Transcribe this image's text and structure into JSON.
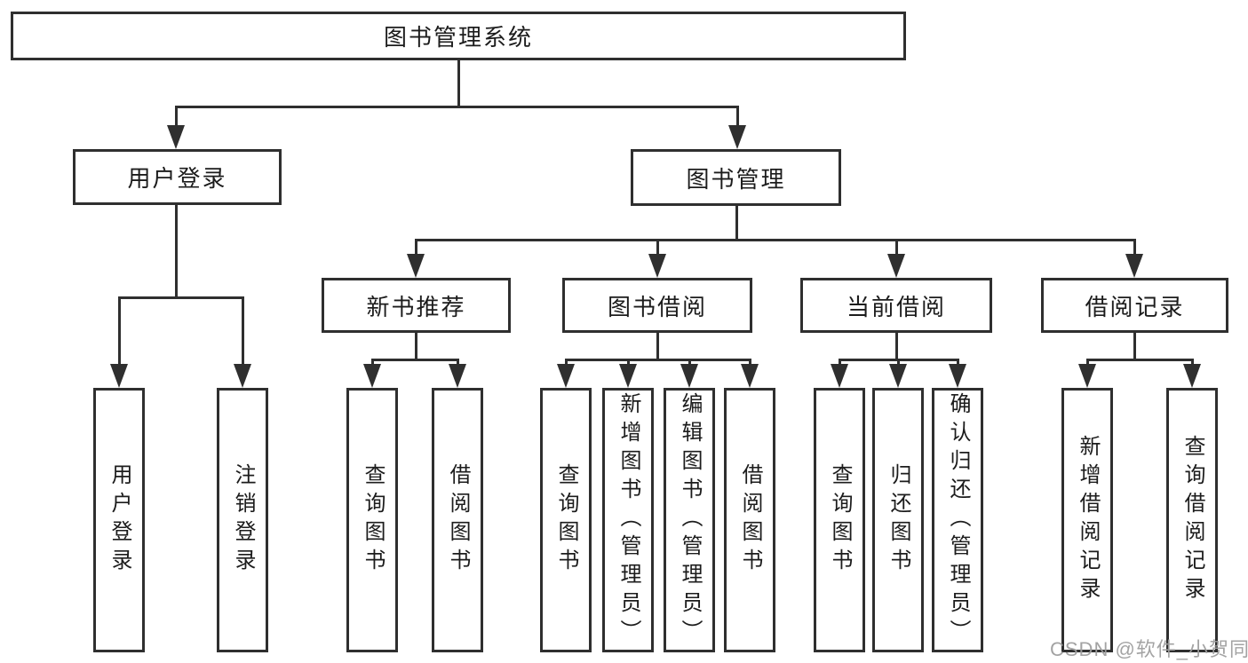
{
  "diagram": {
    "type": "tree",
    "root": {
      "label": "图书管理系统",
      "children": [
        {
          "label": "用户登录",
          "children": [
            {
              "label": "用户登录"
            },
            {
              "label": "注销登录"
            }
          ]
        },
        {
          "label": "图书管理",
          "children": [
            {
              "label": "新书推荐",
              "children": [
                {
                  "label": "查询图书"
                },
                {
                  "label": "借阅图书"
                }
              ]
            },
            {
              "label": "图书借阅",
              "children": [
                {
                  "label": "查询图书"
                },
                {
                  "label": "新增图书（管理员）"
                },
                {
                  "label": "编辑图书（管理员）"
                },
                {
                  "label": "借阅图书"
                }
              ]
            },
            {
              "label": "当前借阅",
              "children": [
                {
                  "label": "查询图书"
                },
                {
                  "label": "归还图书"
                },
                {
                  "label": "确认归还（管理员）"
                }
              ]
            },
            {
              "label": "借阅记录",
              "children": [
                {
                  "label": "新增借阅记录"
                },
                {
                  "label": "查询借阅记录"
                }
              ]
            }
          ]
        }
      ]
    },
    "watermark": "CSDN @软件_小贺同学",
    "colors": {
      "line": "#2f2f2f",
      "box_border": "#2f2f2f",
      "box_background": "#ffffff",
      "text": "#1c1c1c",
      "watermark": "#9e9e9e"
    }
  }
}
